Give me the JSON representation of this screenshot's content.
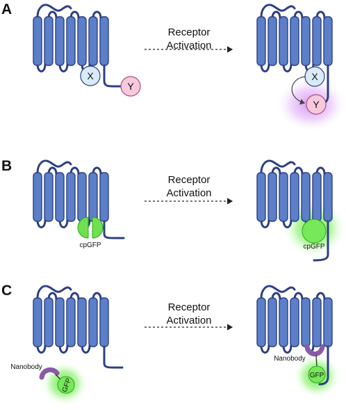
{
  "panels": [
    {
      "letter": "A",
      "arrow_line1": "Receptor",
      "arrow_line2": "Activation",
      "left": {
        "node_x": "X",
        "node_y": "Y"
      },
      "right": {
        "node_x": "X",
        "node_y": "Y"
      }
    },
    {
      "letter": "B",
      "arrow_line1": "Receptor",
      "arrow_line2": "Activation",
      "left": {
        "sensor_label": "cpGFP"
      },
      "right": {
        "sensor_label": "cpGFP"
      }
    },
    {
      "letter": "C",
      "arrow_line1": "Receptor",
      "arrow_line2": "Activation",
      "left": {
        "nanobody_label": "Nanobody",
        "gfp_label": "GFP"
      },
      "right": {
        "nanobody_label": "Nanobody",
        "gfp_label": "GFP"
      }
    }
  ],
  "colors": {
    "helix_fill": "#5b7fc8",
    "helix_stroke": "#2e3f82",
    "node_x_fill": "#d9eaf8",
    "node_y_fill": "#f6c9dc",
    "gfp_green": "#66e04a",
    "nanobody_purple": "#8a5aa6",
    "purple_glow": "#c77ae8"
  }
}
